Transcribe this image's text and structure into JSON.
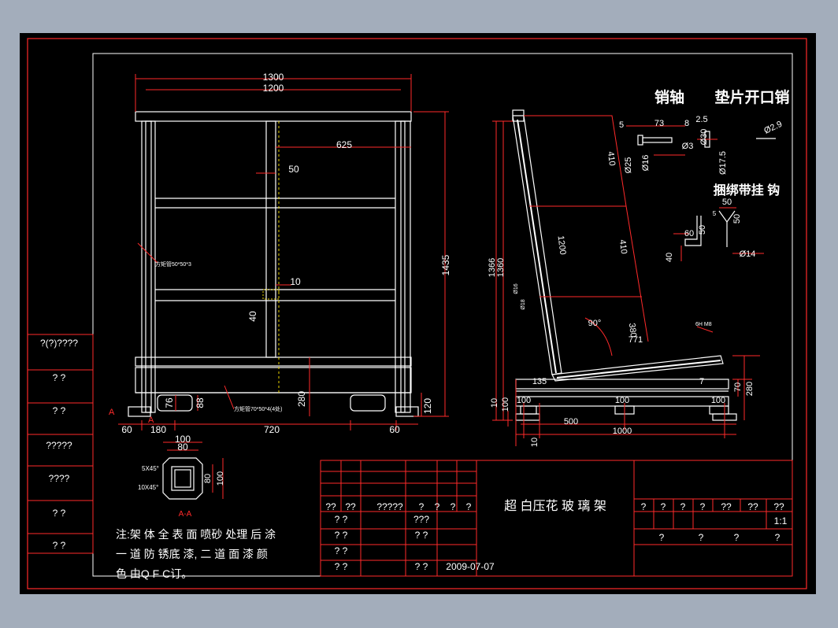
{
  "drawing": {
    "title": "超 白压花 玻 璃 架",
    "scale": "1:1",
    "date": "2009-07-07",
    "section_label": "A-A",
    "section_marker": "A"
  },
  "note_lines": [
    "注:架 体 全 表 面 喷砂 处理 后 涂",
    "一 道 防 锈底 漆, 二 道 面 漆 颜",
    "色 由Q F C订。"
  ],
  "labels": {
    "pin_shaft": "销轴",
    "washer_split_pin": "垫片开口销",
    "strap_hook": "捆绑带挂 钩",
    "tube_spec_1": "方矩管50*50*3",
    "tube_spec_2": "方矩管70*50*4(4处)",
    "chain_note": "6H M8",
    "angle": "90°"
  },
  "front_dims": [
    "1300",
    "1200",
    "625",
    "50",
    "10",
    "40",
    "1435",
    "280",
    "120",
    "76",
    "88",
    "60",
    "180",
    "720",
    "60"
  ],
  "section_dims": [
    "100",
    "80",
    "5X45°",
    "10X45°",
    "80",
    "100"
  ],
  "side_dims": [
    "1366",
    "1360",
    "410",
    "410",
    "1200",
    "380",
    "771",
    "135",
    "10",
    "100",
    "70",
    "280",
    "100",
    "100",
    "100",
    "500",
    "1000",
    "10",
    "7",
    "Ø16",
    "Ø18"
  ],
  "pin_dims": [
    "5",
    "73",
    "8",
    "2.5",
    "Ø25",
    "Ø16",
    "Ø3",
    "Ø30",
    "Ø17.5",
    "Ø2.9"
  ],
  "hook_dims": [
    "50",
    "60",
    "50",
    "40",
    "50",
    "Ø14",
    "5"
  ],
  "left_strip": [
    "?(?)????",
    "? ?",
    "? ?",
    "?????",
    "????",
    "? ?",
    "? ?"
  ],
  "title_block": {
    "header_left": [
      "??",
      "??",
      "?????",
      "?",
      "?",
      "?",
      "?"
    ],
    "row_labels": [
      "? ?",
      "? ?",
      "? ?",
      "? ?"
    ],
    "mid_cells": [
      "???",
      "? ?",
      "? ?"
    ],
    "header_right": [
      "?",
      "?",
      "?",
      "?",
      "??",
      "??",
      "??"
    ],
    "bottom_right": [
      "?",
      "?",
      "?",
      "?"
    ]
  },
  "colors": {
    "frame": "#ff2a2a",
    "line": "#ffffff",
    "accent": "#e8d200",
    "paper": "#000000",
    "screen": "#a3adbb"
  }
}
